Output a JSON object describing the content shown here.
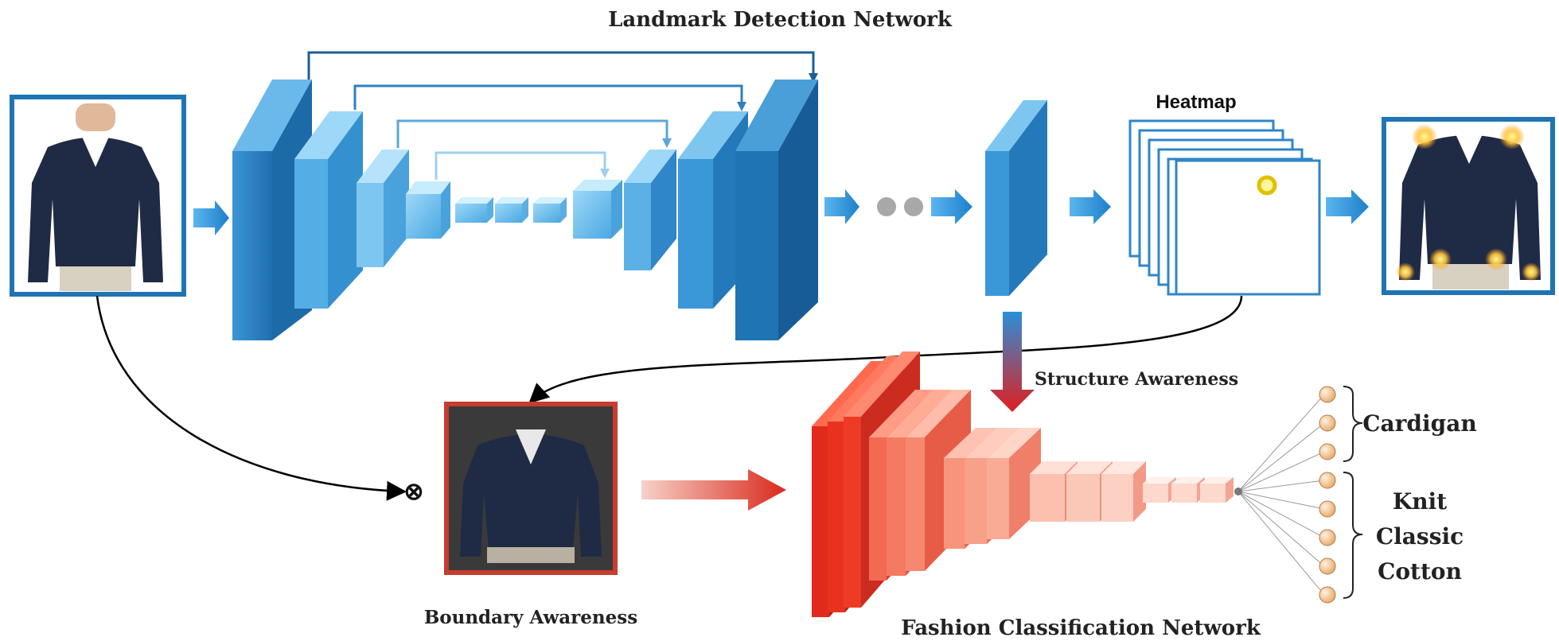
{
  "titles": {
    "landmark_network": "Landmark Detection Network",
    "heatmap": "Heatmap",
    "structure_awareness": "Structure Awareness",
    "boundary_awareness": "Boundary Awareness",
    "fashion_network": "Fashion Classification Network"
  },
  "outputs": {
    "category": "Cardigan",
    "attribute_1": "Knit",
    "attribute_2": "Classic",
    "attribute_3": "Cotton"
  },
  "operators": {
    "multiply": "⊗"
  },
  "colors": {
    "encoder_blue": "#2f86c8",
    "decoder_blue_dark": "#1e6aa8",
    "light_blue": "#7cc6f0",
    "frame_blue": "#1f74b4",
    "skip_lines": [
      "#1b5f96",
      "#2f7fbf",
      "#5aa7d9",
      "#9fd0ef"
    ],
    "classifier_red": "#e02a1c",
    "classifier_light": "#f6b3a6",
    "boundary_frame": "#c63d2f",
    "node_fill": "#f2c08a",
    "heatmap_point": "#f4d21a",
    "sweater_navy": "#1f2a45"
  },
  "icons": {
    "input_image": "sweater-photo-icon",
    "landmark_output": "sweater-landmarks-icon",
    "boundary_image": "masked-sweater-icon",
    "connector": "ellipsis-dots-icon"
  }
}
